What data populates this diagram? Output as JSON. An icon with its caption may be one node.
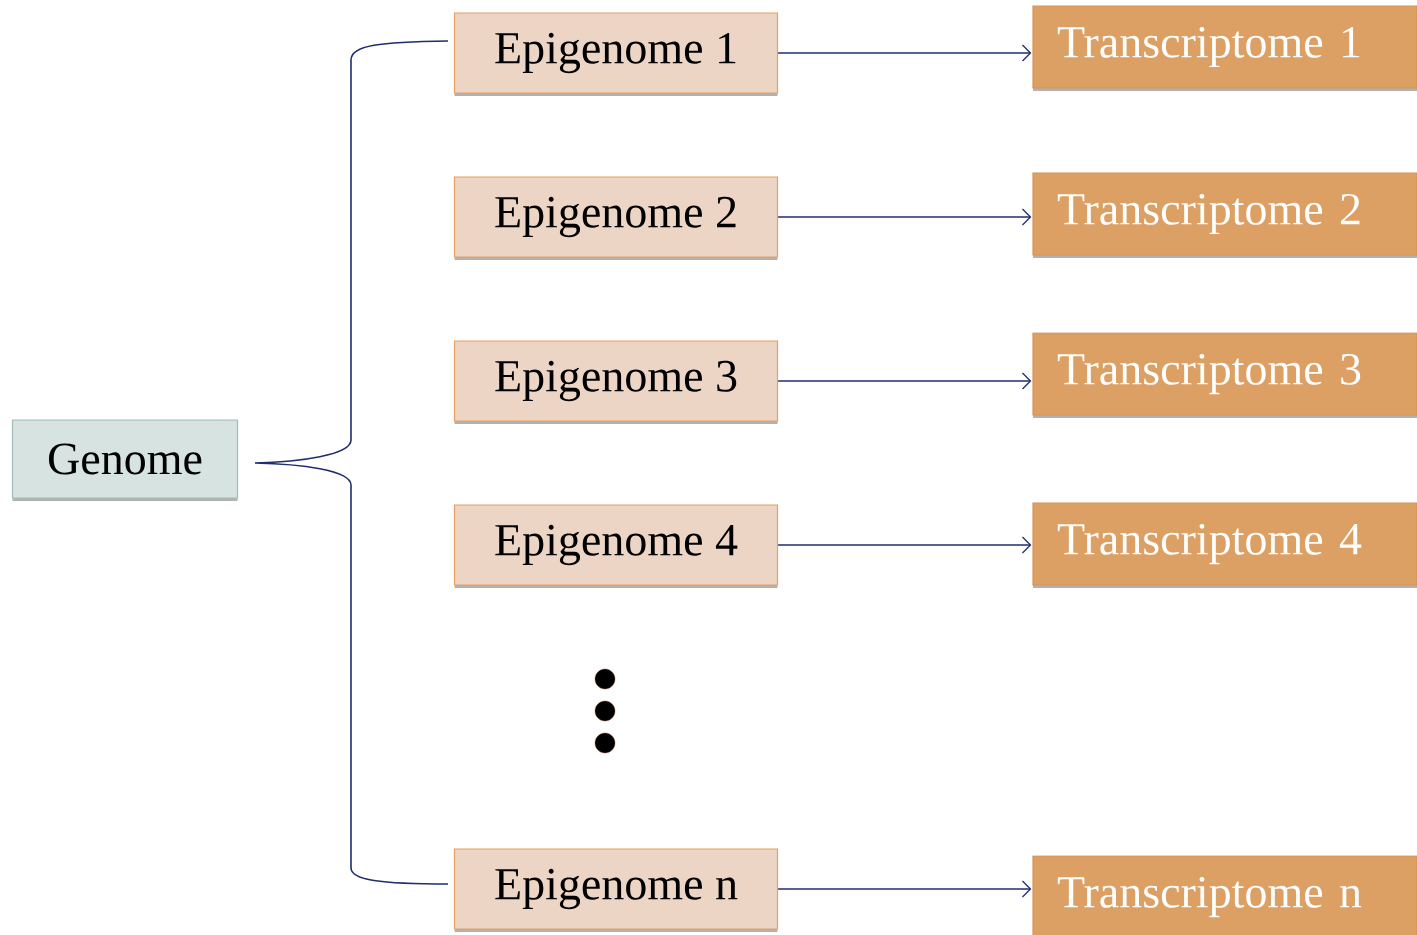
{
  "diagram": {
    "nodes": [
      {
        "text": [
          "Genome"
        ]
      },
      {
        "text": [
          "Epigenome 1"
        ]
      },
      {
        "text": [
          "Epigenome 2"
        ]
      },
      {
        "text": [
          "Epigenome 3"
        ]
      },
      {
        "text": [
          "Epigenome 4"
        ]
      },
      {
        "text": [
          "Epigenome n"
        ]
      },
      {
        "text": [
          "Transcriptome 1"
        ]
      },
      {
        "text": [
          "Transcriptome 2"
        ]
      },
      {
        "text": [
          "Transcriptome 3"
        ]
      },
      {
        "text": [
          "Transcriptome 4"
        ]
      },
      {
        "text": [
          "Transcriptome n"
        ]
      }
    ],
    "edges": [
      {
        "from": 1,
        "to": 6,
        "arrow": "to"
      },
      {
        "from": 2,
        "to": 7,
        "arrow": "to"
      },
      {
        "from": 3,
        "to": 8,
        "arrow": "to"
      },
      {
        "from": 4,
        "to": 9,
        "arrow": "to"
      },
      {
        "from": 5,
        "to": 10,
        "arrow": "to"
      }
    ]
  }
}
